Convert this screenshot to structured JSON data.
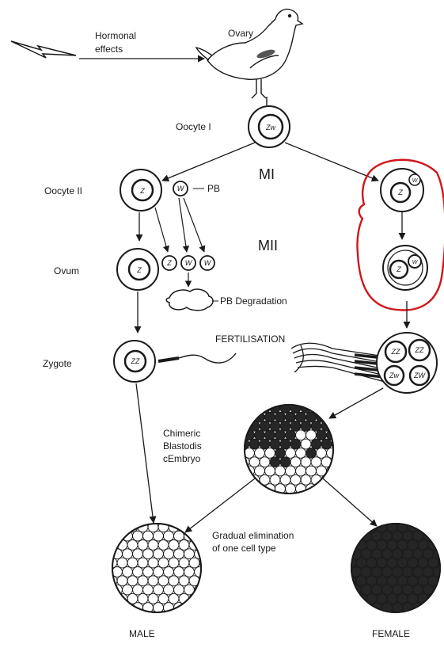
{
  "labels": {
    "hormonal_line1": "Hormonal",
    "hormonal_line2": "effects",
    "ovary": "Ovary",
    "oocyte1": "Oocyte I",
    "mi": "MI",
    "oocyte2": "Oocyte II",
    "pb": "PB",
    "mii": "MII",
    "ovum": "Ovum",
    "pb_degradation": "PB Degradation",
    "zygote": "Zygote",
    "fertilisation": "FERTILISATION",
    "chimeric_line1": "Chimeric",
    "chimeric_line2": "Blastodis",
    "chimeric_line3": "cEmbryo",
    "gradual_line1": "Gradual elimination",
    "gradual_line2": "of one cell type",
    "male": "MALE",
    "female": "FEMALE"
  },
  "cells": {
    "oocyte1": "Zw",
    "oocyte2": "Z",
    "pb": "W",
    "pb_products": [
      "Z",
      "W",
      "W"
    ],
    "ovum": "Z",
    "zygote": "ZZ",
    "right_oocyte2": "Z",
    "right_oocyte2_pb": "W",
    "right_mii": [
      "Z",
      "W"
    ],
    "right_fertilised": [
      "ZZ",
      "ZZ",
      "Zw",
      "ZW"
    ]
  },
  "colors": {
    "line": "#1a1a1a",
    "highlight": "#d0161c",
    "dark_cell": "#262626"
  }
}
